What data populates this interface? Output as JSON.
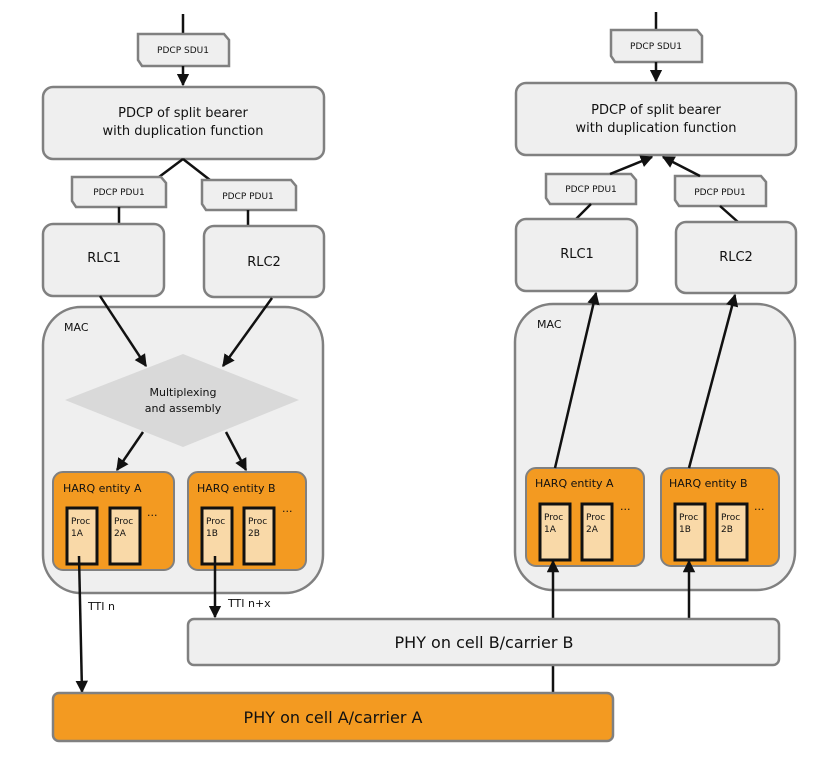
{
  "colors": {
    "box_fill": "#efefef",
    "box_stroke": "#808080",
    "orange": "#f39a21",
    "proc_fill": "#f9d9a8",
    "arrow": "#111111"
  },
  "tx": {
    "sdu": "PDCP SDU1",
    "pdcp_line1": "PDCP of split bearer",
    "pdcp_line2": "with duplication function",
    "pdu": "PDCP PDU1",
    "rlc1": "RLC1",
    "rlc2": "RLC2",
    "mac": "MAC",
    "mux_line1": "Multiplexing",
    "mux_line2": "and assembly",
    "harq_a": "HARQ entity A",
    "harq_b": "HARQ entity B",
    "proc": "Proc",
    "p1a": "1A",
    "p2a": "2A",
    "p1b": "1B",
    "p2b": "2B",
    "ellipsis": "...",
    "tti_n": "TTI n",
    "tti_nx": "TTI n+x",
    "phy_b": "PHY on cell B/carrier B",
    "phy_a": "PHY on cell A/carrier A"
  }
}
